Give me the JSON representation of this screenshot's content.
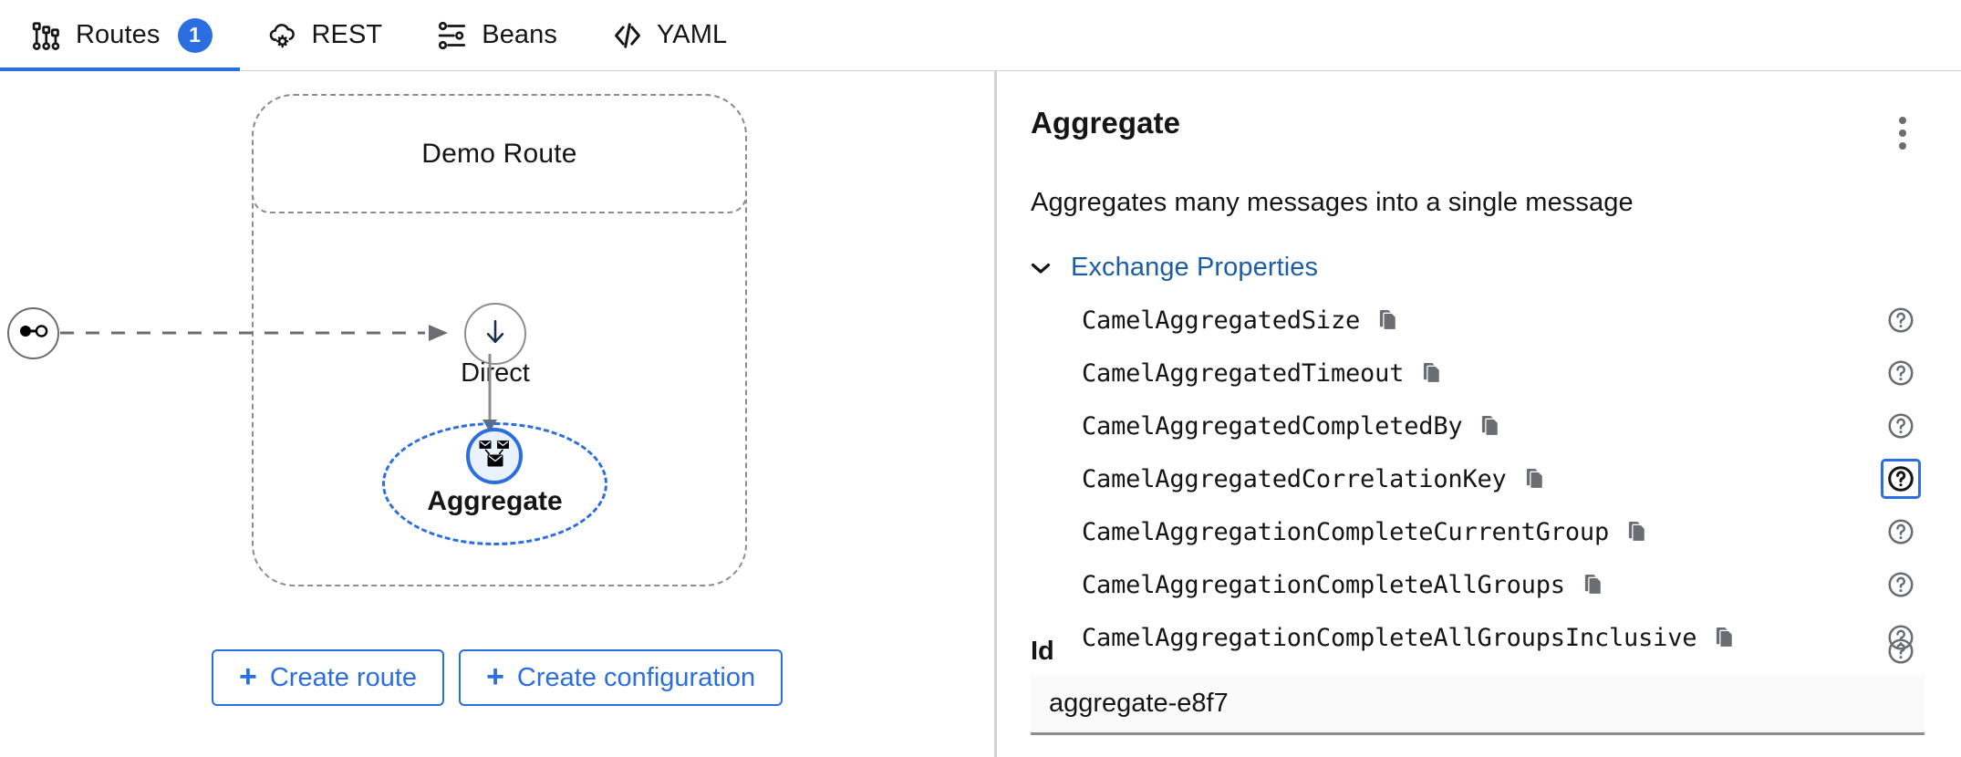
{
  "theme": {
    "accent": "#2b6ee0",
    "link": "#1b5ea6",
    "text": "#151515",
    "muted": "#6a6e73",
    "border": "#d2d2d2",
    "dash": "#8a8d90",
    "selected_fill": "#e8f1fc"
  },
  "tabs": [
    {
      "id": "routes",
      "label": "Routes",
      "icon": "routes-topology-icon",
      "badge": "1",
      "active": true
    },
    {
      "id": "rest",
      "label": "REST",
      "icon": "rest-cloud-gear-icon",
      "badge": null,
      "active": false
    },
    {
      "id": "beans",
      "label": "Beans",
      "icon": "beans-sliders-icon",
      "badge": null,
      "active": false
    },
    {
      "id": "yaml",
      "label": "YAML",
      "icon": "code-brackets-icon",
      "badge": null,
      "active": false
    }
  ],
  "canvas": {
    "route_title": "Demo Route",
    "source_node": {
      "icon": "endpoint-connector-icon"
    },
    "steps": [
      {
        "id": "direct",
        "label": "Direct",
        "icon": "arrow-down-icon",
        "selected": false
      },
      {
        "id": "aggregate",
        "label": "Aggregate",
        "icon": "aggregate-envelopes-icon",
        "selected": true
      }
    ],
    "actions": [
      {
        "id": "create-route",
        "label": "Create route",
        "icon": "plus-icon"
      },
      {
        "id": "create-configuration",
        "label": "Create configuration",
        "icon": "plus-icon"
      }
    ]
  },
  "panel": {
    "title": "Aggregate",
    "menu_icon": "kebab-menu-icon",
    "description": "Aggregates many messages into a single message",
    "accordion": {
      "title": "Exchange Properties",
      "expanded": true,
      "chevron_icon": "chevron-down-icon"
    },
    "properties": [
      {
        "name": "CamelAggregatedSize",
        "copy_icon": "copy-icon",
        "help_icon": "help-circle-icon",
        "help_focused": false
      },
      {
        "name": "CamelAggregatedTimeout",
        "copy_icon": "copy-icon",
        "help_icon": "help-circle-icon",
        "help_focused": false
      },
      {
        "name": "CamelAggregatedCompletedBy",
        "copy_icon": "copy-icon",
        "help_icon": "help-circle-icon",
        "help_focused": false
      },
      {
        "name": "CamelAggregatedCorrelationKey",
        "copy_icon": "copy-icon",
        "help_icon": "help-circle-icon",
        "help_focused": true
      },
      {
        "name": "CamelAggregationCompleteCurrentGroup",
        "copy_icon": "copy-icon",
        "help_icon": "help-circle-icon",
        "help_focused": false
      },
      {
        "name": "CamelAggregationCompleteAllGroups",
        "copy_icon": "copy-icon",
        "help_icon": "help-circle-icon",
        "help_focused": false
      },
      {
        "name": "CamelAggregationCompleteAllGroupsInclusive",
        "copy_icon": "copy-icon",
        "help_icon": "help-circle-icon",
        "help_focused": false
      }
    ],
    "id_field": {
      "label": "Id",
      "value": "aggregate-e8f7",
      "placeholder": "",
      "help_icon": "help-circle-icon"
    }
  }
}
